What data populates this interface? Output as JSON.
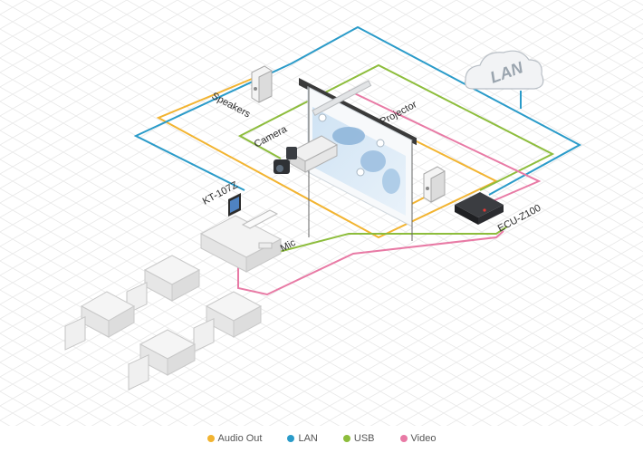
{
  "labels": {
    "speakers": "Speakers",
    "camera": "Camera",
    "projector": "Projector",
    "lan": "LAN",
    "kt107z": "KT-107Z",
    "mic": "Mic",
    "ecuz100": "ECU-Z100"
  },
  "legend": [
    {
      "label": "Audio Out",
      "color": "#f2b431"
    },
    {
      "label": "LAN",
      "color": "#2a9bc9"
    },
    {
      "label": "USB",
      "color": "#8dbd3c"
    },
    {
      "label": "Video",
      "color": "#e87aa5"
    }
  ],
  "colors": {
    "audio": "#f2b431",
    "lan": "#2a9bc9",
    "usb": "#8dbd3c",
    "video": "#e87aa5",
    "grid": "#e6e6e6",
    "device_dark": "#2b2b2b"
  }
}
